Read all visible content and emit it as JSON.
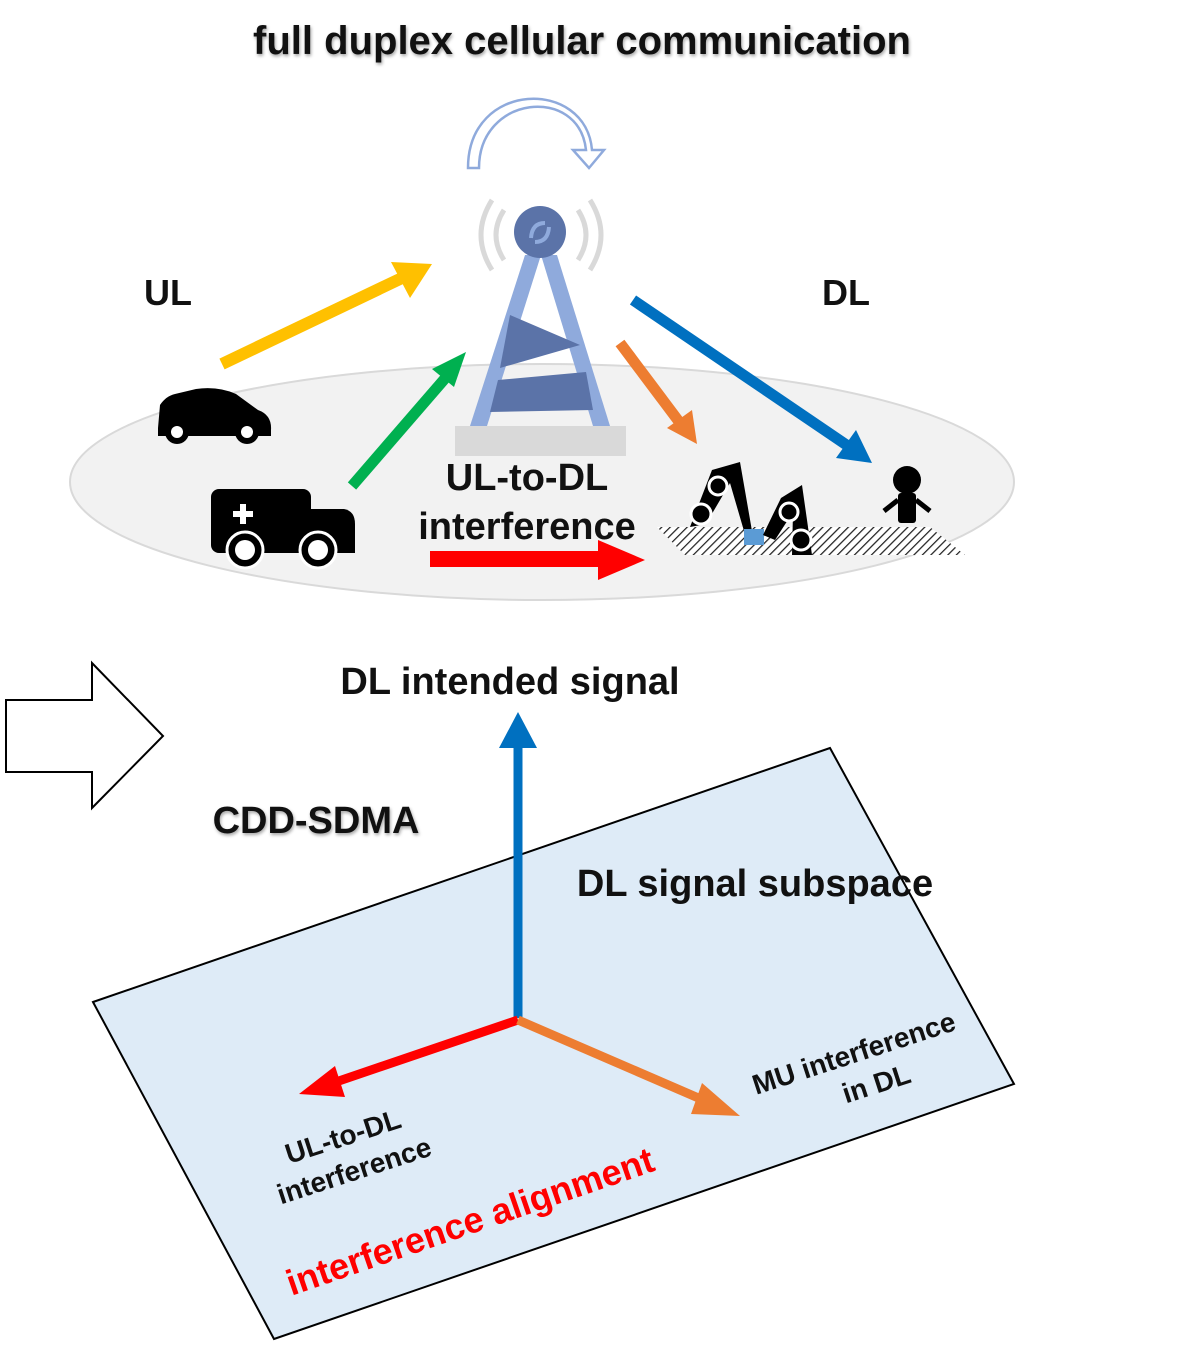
{
  "title": "full duplex cellular communication",
  "top": {
    "ul_label": "UL",
    "dl_label": "DL",
    "interference_label_line1": "UL-to-DL",
    "interference_label_line2": "interference"
  },
  "bottom": {
    "scheme_label": "CDD-SDMA",
    "intended_signal_label": "DL intended signal",
    "subspace_label": "DL signal subspace",
    "ul_dl_label_line1": "UL-to-DL",
    "ul_dl_label_line2": "interference",
    "mu_label_line1": "MU interference",
    "mu_label_line2": "in DL",
    "alignment_label": "interference alignment"
  },
  "colors": {
    "ul_arrow": "#FFC000",
    "car_uplink_arrow": "#00B050",
    "dl_arrow": "#0070C0",
    "mu_arrow": "#ED7D31",
    "interference_arrow": "#FF0000",
    "tower": "#8FAADC",
    "tower_dark": "#5B73A8",
    "plane_fill": "#DEEBF7",
    "ground": "#F2F2F2",
    "alignment_text": "#FF0000"
  },
  "icons": [
    "full-duplex-arrow-icon",
    "cell-tower-icon",
    "car-icon",
    "ambulance-icon",
    "robot-arm-icon",
    "person-icon",
    "block-arrow-icon"
  ]
}
